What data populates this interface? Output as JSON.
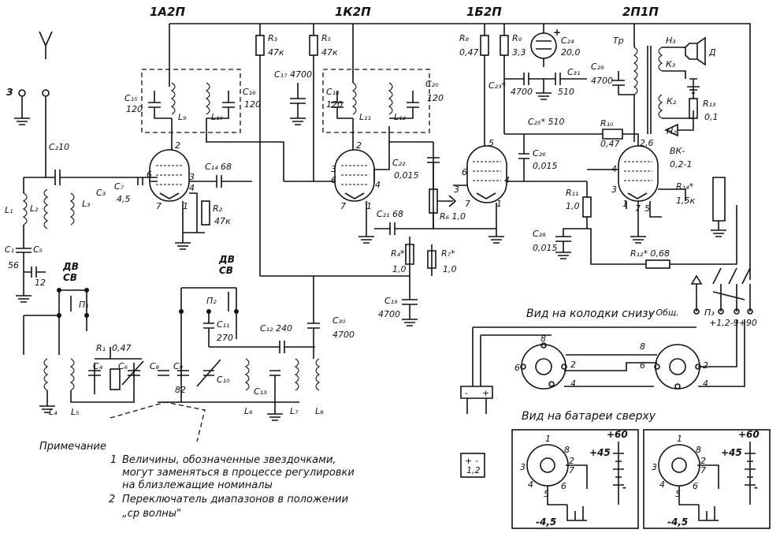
{
  "tubes": [
    {
      "id": "t1",
      "label": "1А2П"
    },
    {
      "id": "t2",
      "label": "1К2П"
    },
    {
      "id": "t3",
      "label": "1Б2П"
    },
    {
      "id": "t4",
      "label": "2П1П"
    }
  ],
  "labels": {
    "antenna_ground": "З",
    "c2": "C₂10",
    "l1": "L₁",
    "l2": "L₂",
    "l3": "L₃",
    "c3": "C₃",
    "c1": "C₁",
    "c1v": "56",
    "c5": "C₅",
    "c5v": "12",
    "c7": "C₇",
    "c7v": "4,5",
    "c15": "C₁₅",
    "c15v": "120",
    "c16": "C₁₆",
    "c16v": "120",
    "l9": "L₉",
    "l10": "L₁₀",
    "c14": "C₁₄ 68",
    "r2": "R₂",
    "r2v": "47к",
    "r3": "R₃",
    "r3v": "47к",
    "r5": "R₅",
    "r5v": "47к",
    "c17": "C₁₇ 4700",
    "c18": "C₁₈",
    "c18v": "120",
    "c20": "C₂₀",
    "c20v": "120",
    "l11": "L₁₁",
    "l12": "L₁₂",
    "c22": "C₂₂",
    "c22v": "0,015",
    "c21": "C₂₁ 68",
    "r6": "R₆ 1,0",
    "r4": "R₄*",
    "r4v": "1,0",
    "r7": "R₇*",
    "r7v": "1,0",
    "c19": "C₁₉",
    "c19v": "4700",
    "r8": "R₈",
    "r8v": "0,47",
    "r9": "R₉",
    "r9v": "3,3",
    "c24": "C₂₄",
    "c24v": "20,0",
    "c23": "C₂₃*",
    "c23v": "4700",
    "c31": "C₃₁",
    "c31v": "510",
    "c25": "C₂₅* 510",
    "c26": "C₂₆",
    "c26v": "0,015",
    "r11": "R₁₁",
    "r11v": "1,0",
    "c28": "C₂₈",
    "c28v": "0,015",
    "tr": "Тр",
    "c29": "C₂₉",
    "c29v": "4700",
    "r10": "R₁₀",
    "r10v": "0,47",
    "r13": "R₁₃",
    "r13v": "0,1",
    "diode": "ВК-",
    "diodev": "0,2-1",
    "r14": "R₁₄*",
    "r14v": "1,5к",
    "r12": "R₁₂* 0,68",
    "speaker": "Д",
    "dv_sv_1": "ДВ",
    "sv_1": "СВ",
    "p1": "П₁",
    "dv_sv_2": "ДВ",
    "sv_2": "СВ",
    "p2": "П₂",
    "c11": "C₁₁",
    "c11v": "270",
    "c12": "C₁₂ 240",
    "c30": "C₃₀",
    "c30v": "4700",
    "r1": "R₁",
    "r1v": "0,47",
    "c4": "C₄",
    "c6": "C₆",
    "c8": "C₈",
    "c9": "C₉",
    "c9v": "82",
    "c10": "C₁₀",
    "c13": "C₁₃",
    "l4": "L₄",
    "l5": "L₅",
    "l6": "L₆",
    "l7": "L₇",
    "l8": "L₈",
    "common": "- Общ.",
    "p3": "П₃",
    "p3_terms": "+1,2-9+90",
    "n": "н",
    "k": "к"
  },
  "sections": {
    "sockets_title": "Вид на колодки снизу",
    "batteries_title": "Вид на батареи сверху"
  },
  "battery": {
    "v60": "+60",
    "v45": "+45",
    "vneg": "-4,5",
    "minus": "-",
    "plus": "+",
    "cell": "1,2"
  },
  "notes": {
    "title": "Примечание",
    "item1_num": "1",
    "item1_line1": "Величины, обозначенные звездочками,",
    "item1_line2": "могут заменяться в процессе регулировки",
    "item1_line3": "на близлежащие номиналы",
    "item2_num": "2",
    "item2_line1": "Переключатель диапазонов в положении",
    "item2_line2": "„ср волны\""
  }
}
